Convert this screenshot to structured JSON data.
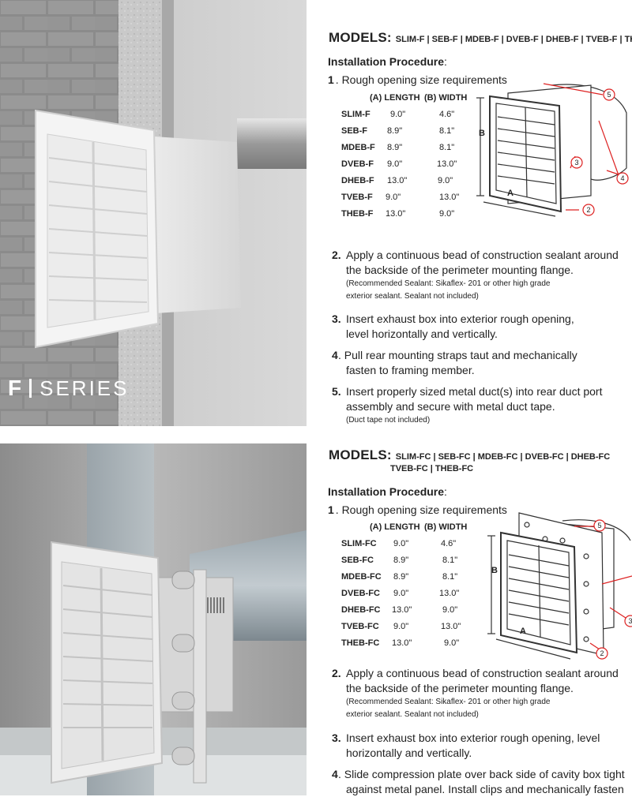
{
  "series_label": {
    "letter": "F",
    "word": "SERIES"
  },
  "section_f": {
    "models_label": "MODELS:",
    "models_list": "SLIM-F | SEB-F | MDEB-F | DVEB-F | DHEB-F | TVEB-F | THEB",
    "procedure_title": "Installation Procedure",
    "procedure_colon": ":",
    "step1_num": "1",
    "step1_text": ". Rough opening size requirements",
    "col_length": "(A) LENGTH",
    "col_width": "(B) WIDTH",
    "rows": [
      {
        "model": "SLIM-F",
        "length": "9.0\"",
        "width": "4.6\""
      },
      {
        "model": "SEB-F",
        "length": "8.9\"",
        "width": "8.1\""
      },
      {
        "model": "MDEB-F",
        "length": "8.9\"",
        "width": "8.1\""
      },
      {
        "model": "DVEB-F",
        "length": "9.0\"",
        "width": "13.0\""
      },
      {
        "model": "DHEB-F",
        "length": "13.0\"",
        "width": "9.0\""
      },
      {
        "model": "TVEB-F",
        "length": "9.0\"",
        "width": "13.0\""
      },
      {
        "model": "THEB-F",
        "length": "13.0\"",
        "width": "9.0\""
      }
    ],
    "diagram": {
      "a": "A",
      "b": "B",
      "c2": "2",
      "c3": "3",
      "c4": "4",
      "c5": "5"
    },
    "steps": [
      {
        "num": "2.",
        "lines": [
          "Apply a continuous bead of construction sealant around",
          "the backside of the perimeter mounting flange."
        ],
        "notes": [
          "(Recommended Sealant: Sikaflex- 201 or other high grade",
          "exterior sealant. Sealant not included)"
        ]
      },
      {
        "num": "3.",
        "lines": [
          "Insert exhaust box into exterior rough opening,",
          "level horizontally and vertically."
        ],
        "notes": []
      },
      {
        "num": "4",
        "lines": [
          ". Pull rear mounting straps taut and mechanically",
          "fasten to framing member."
        ],
        "notes": []
      },
      {
        "num": "5.",
        "lines": [
          "Insert properly sized metal duct(s) into rear duct port",
          "assembly and secure with metal duct tape."
        ],
        "notes": [
          "(Duct tape not included)"
        ]
      }
    ]
  },
  "section_fc": {
    "models_label": "MODELS:",
    "models_list_1": "SLIM-FC | SEB-FC | MDEB-FC | DVEB-FC | DHEB-FC",
    "models_list_2": "TVEB-FC | THEB-FC",
    "procedure_title": "Installation Procedure",
    "procedure_colon": ":",
    "step1_num": "1",
    "step1_text": ". Rough opening size requirements",
    "col_length": "(A) LENGTH",
    "col_width": "(B) WIDTH",
    "rows": [
      {
        "model": "SLIM-FC",
        "length": "9.0\"",
        "width": "4.6\""
      },
      {
        "model": "SEB-FC",
        "length": "8.9\"",
        "width": "8.1\""
      },
      {
        "model": "MDEB-FC",
        "length": "8.9\"",
        "width": "8.1\""
      },
      {
        "model": "DVEB-FC",
        "length": "9.0\"",
        "width": "13.0\""
      },
      {
        "model": "DHEB-FC",
        "length": "13.0\"",
        "width": "9.0\""
      },
      {
        "model": "TVEB-FC",
        "length": "9.0\"",
        "width": "13.0\""
      },
      {
        "model": "THEB-FC",
        "length": "13.0\"",
        "width": "9.0\""
      }
    ],
    "diagram": {
      "a": "A",
      "b": "B",
      "c2": "2",
      "c3": "3",
      "c5": "5"
    },
    "steps": [
      {
        "num": "2.",
        "lines": [
          "Apply a continuous bead of construction sealant around",
          "the backside of the perimeter mounting flange."
        ],
        "notes": [
          "(Recommended Sealant: Sikaflex- 201 or other high grade",
          "exterior sealant. Sealant not included)"
        ]
      },
      {
        "num": "3.",
        "lines": [
          "Insert exhaust box into exterior rough opening, level",
          "horizontally and vertically."
        ],
        "notes": []
      },
      {
        "num": "4",
        "lines": [
          ". Slide compression plate over back side of cavity box tight",
          "against metal panel. Install clips and mechanically fasten"
        ],
        "notes": []
      }
    ]
  }
}
